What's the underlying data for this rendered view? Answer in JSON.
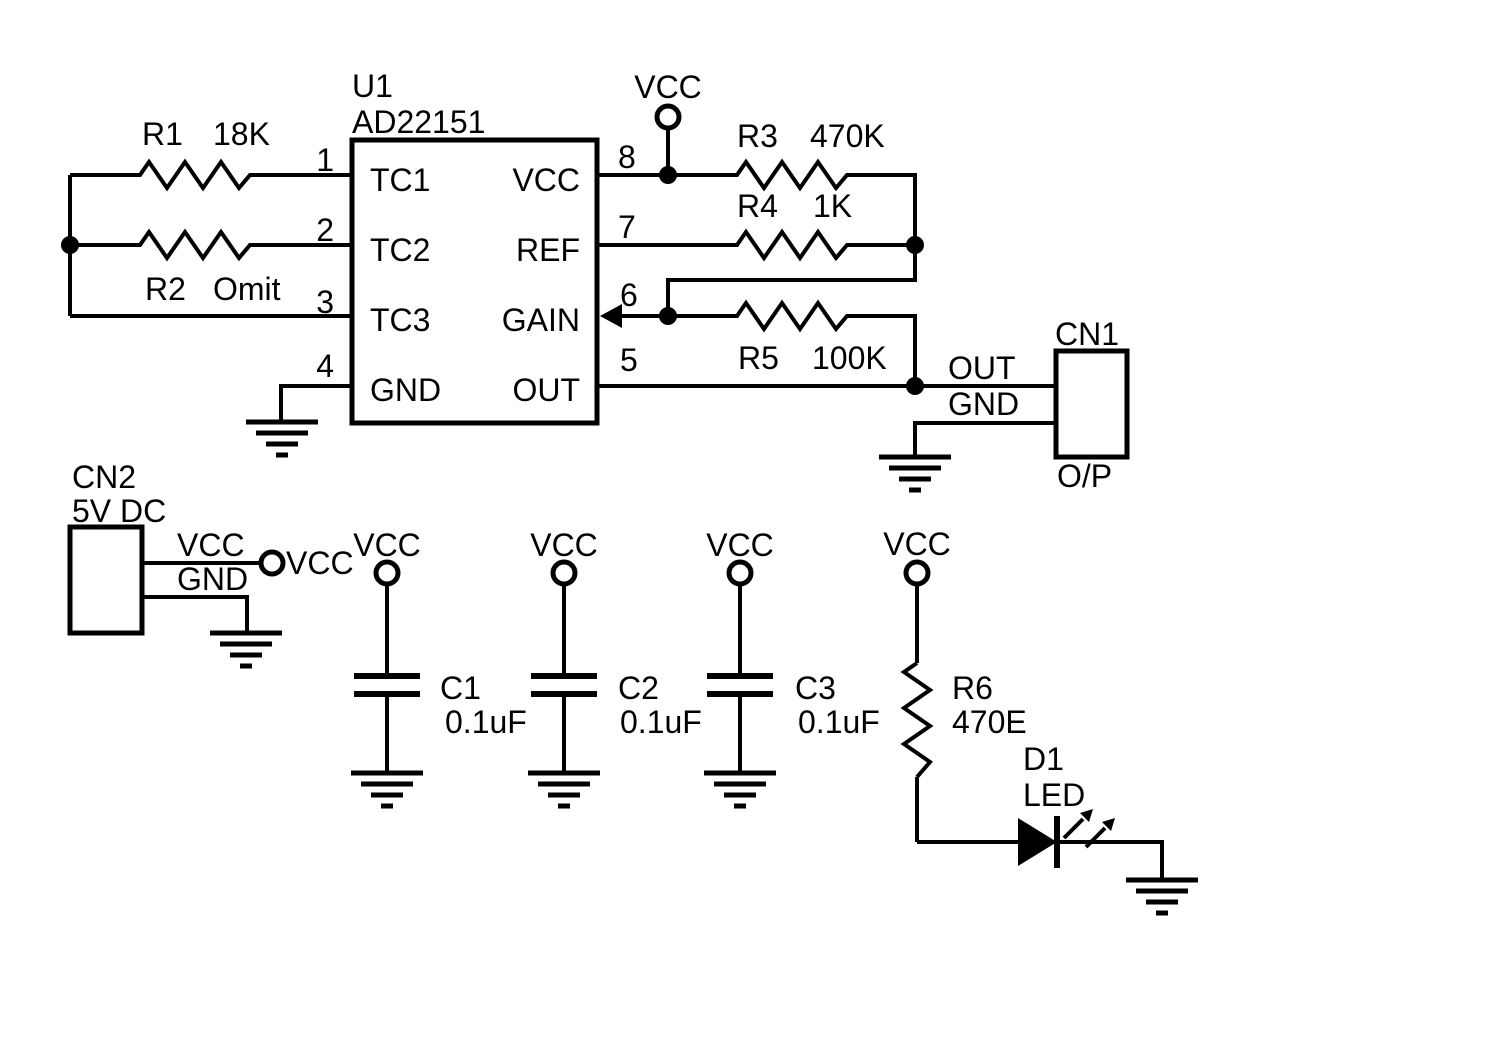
{
  "colors": {
    "line": "#000000",
    "background": "#ffffff"
  },
  "nets": {
    "vcc": "VCC",
    "gnd": "GND",
    "out": "OUT"
  },
  "ic_u1": {
    "ref": "U1",
    "part": "AD22151",
    "left_pins": [
      {
        "num": "1",
        "name": "TC1"
      },
      {
        "num": "2",
        "name": "TC2"
      },
      {
        "num": "3",
        "name": "TC3"
      },
      {
        "num": "4",
        "name": "GND"
      }
    ],
    "right_pins": [
      {
        "num": "8",
        "name": "VCC"
      },
      {
        "num": "7",
        "name": "REF"
      },
      {
        "num": "6",
        "name": "GAIN"
      },
      {
        "num": "5",
        "name": "OUT"
      }
    ]
  },
  "resistors": {
    "r1": {
      "ref": "R1",
      "value": "18K"
    },
    "r2": {
      "ref": "R2",
      "value": "Omit"
    },
    "r3": {
      "ref": "R3",
      "value": "470K"
    },
    "r4": {
      "ref": "R4",
      "value": "1K"
    },
    "r5": {
      "ref": "R5",
      "value": "100K"
    },
    "r6": {
      "ref": "R6",
      "value": "470E"
    }
  },
  "capacitors": {
    "c1": {
      "ref": "C1",
      "value": "0.1uF"
    },
    "c2": {
      "ref": "C2",
      "value": "0.1uF"
    },
    "c3": {
      "ref": "C3",
      "value": "0.1uF"
    }
  },
  "connectors": {
    "cn1": {
      "ref": "CN1",
      "port_label": "O/P"
    },
    "cn2": {
      "ref": "CN2",
      "supply_label": "5V DC"
    }
  },
  "diode_d1": {
    "ref": "D1",
    "value": "LED"
  }
}
